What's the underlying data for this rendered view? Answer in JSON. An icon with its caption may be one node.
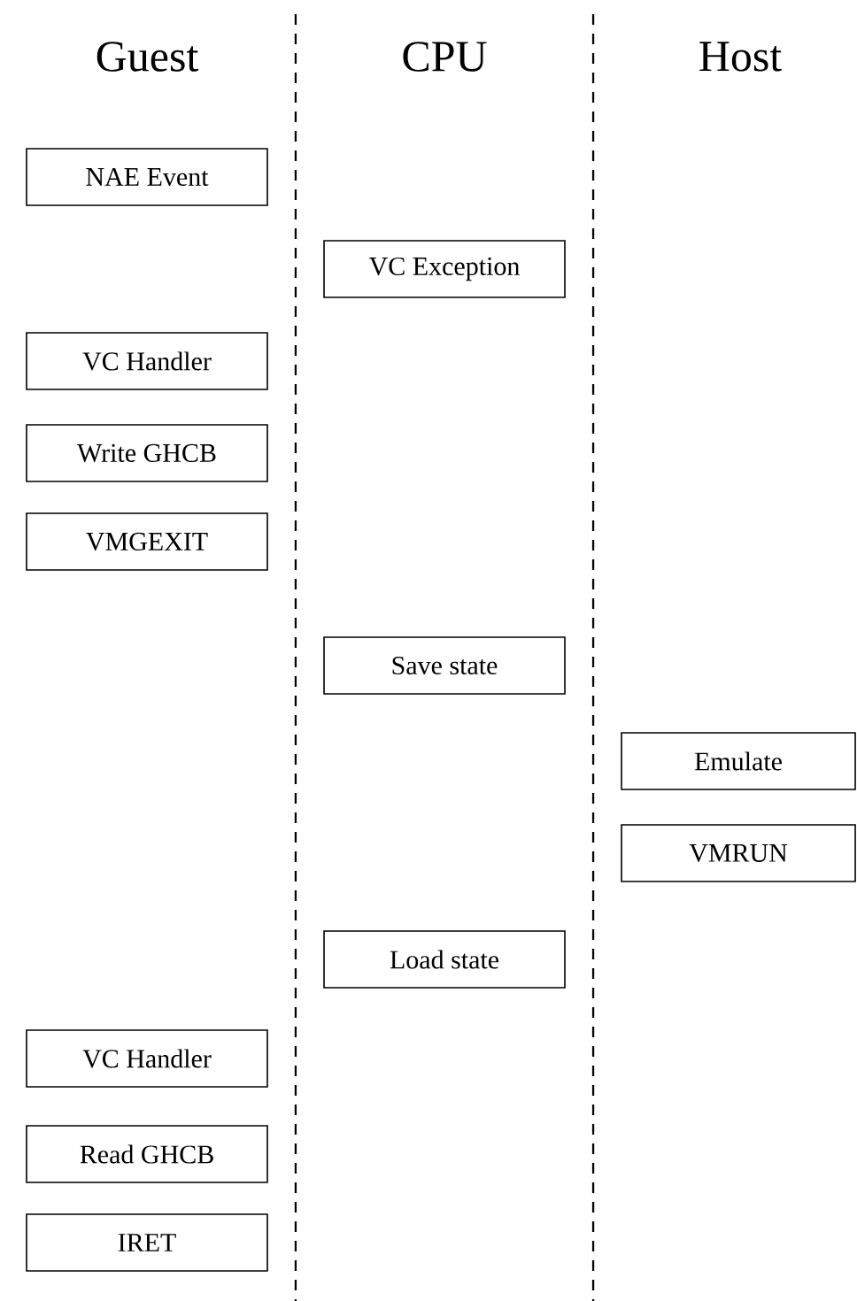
{
  "diagram": {
    "nodes": [
      {
        "text": [
          "NAE Event"
        ]
      },
      {
        "text": [
          "VC Exception"
        ]
      },
      {
        "text": [
          "VC Handler"
        ]
      },
      {
        "text": [
          "Write GHCB"
        ]
      },
      {
        "text": [
          "VMGEXIT"
        ]
      },
      {
        "text": [
          "Save state"
        ]
      },
      {
        "text": [
          "Emulate"
        ]
      },
      {
        "text": [
          "VMRUN"
        ]
      },
      {
        "text": [
          "Load state"
        ]
      },
      {
        "text": [
          "VC Handler"
        ]
      },
      {
        "text": [
          "Read GHCB"
        ]
      },
      {
        "text": [
          "IRET"
        ]
      }
    ],
    "labels": [
      "Guest",
      "CPU",
      "Host"
    ]
  }
}
